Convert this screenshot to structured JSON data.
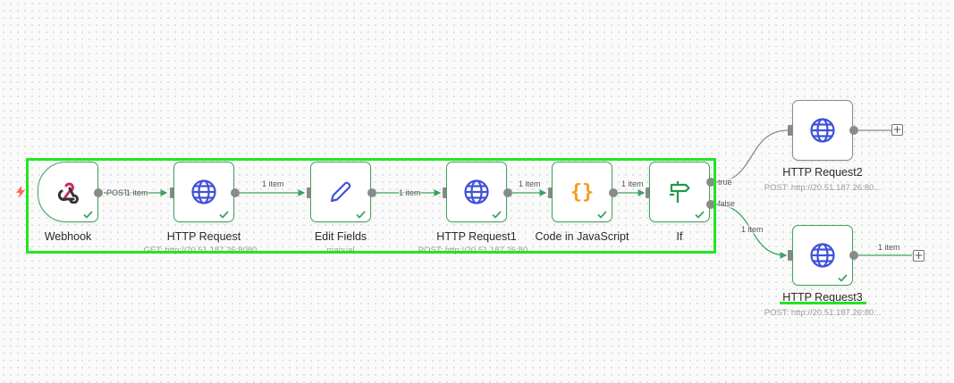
{
  "nodes": {
    "webhook": {
      "label": "Webhook",
      "sub": ""
    },
    "http_request": {
      "label": "HTTP Request",
      "sub": "GET: http://20.51.187.26:8080..."
    },
    "edit_fields": {
      "label": "Edit Fields",
      "sub": "manual"
    },
    "http_request1": {
      "label": "HTTP Request1",
      "sub": "POST: http://20.51.187.26:80..."
    },
    "code_js": {
      "label": "Code in JavaScript",
      "sub": ""
    },
    "if": {
      "label": "If",
      "sub": ""
    },
    "http_request2": {
      "label": "HTTP Request2",
      "sub": "POST: http://20.51.187.26:80..."
    },
    "http_request3": {
      "label": "HTTP Request3",
      "sub": "POST: http://20.51.187.26:80..."
    }
  },
  "edges": {
    "webhook_method": "POST",
    "webhook_out": "1 item",
    "http_out": "1 item",
    "edit_out": "1 item",
    "http1_out": "1 item",
    "code_out": "1 item",
    "if_true": "true",
    "if_false": "false",
    "false_out": "1 item",
    "http3_out": "1 item"
  },
  "icons": {
    "add": "+"
  },
  "colors": {
    "node_border_success": "#3aa45e",
    "node_border_idle": "#8a8a8a",
    "http_icon": "#3f51d8",
    "edit_icon": "#3f51d8",
    "code_icon": "#f79a1f",
    "if_icon": "#1f9a48",
    "webhook_icon": "#d32a5a",
    "selection_highlight": "#22e522"
  }
}
